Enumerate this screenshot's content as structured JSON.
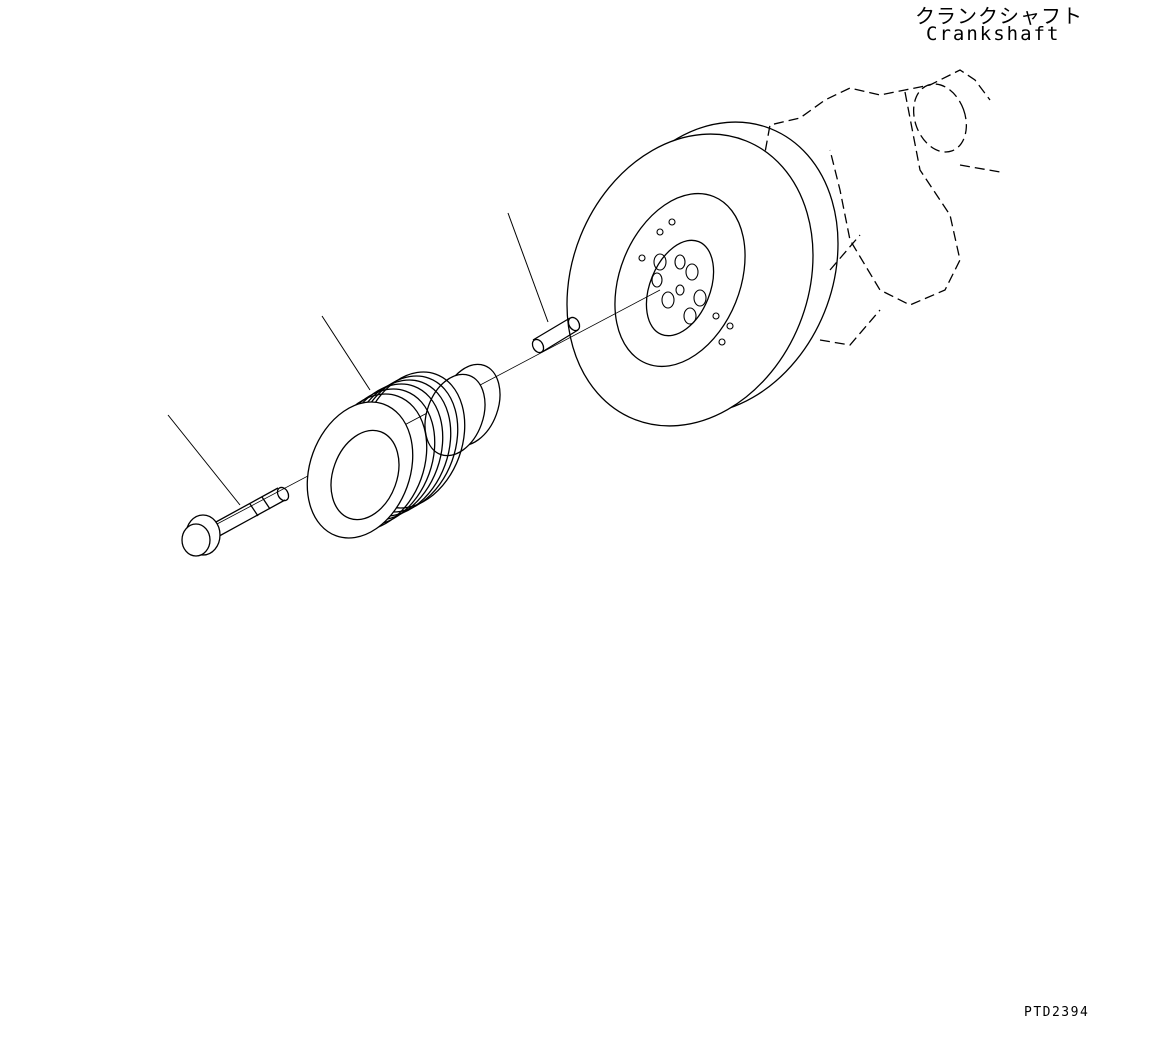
{
  "labels": {
    "crankshaft_jp": "クランクシャフト",
    "crankshaft_en": "Crankshaft",
    "drawing_code": "PTD2394"
  },
  "parts": [
    "bolt",
    "pulley",
    "dowel-pin",
    "crankshaft-damper",
    "crankshaft"
  ],
  "colors": {
    "line": "#000000",
    "background": "#ffffff"
  }
}
